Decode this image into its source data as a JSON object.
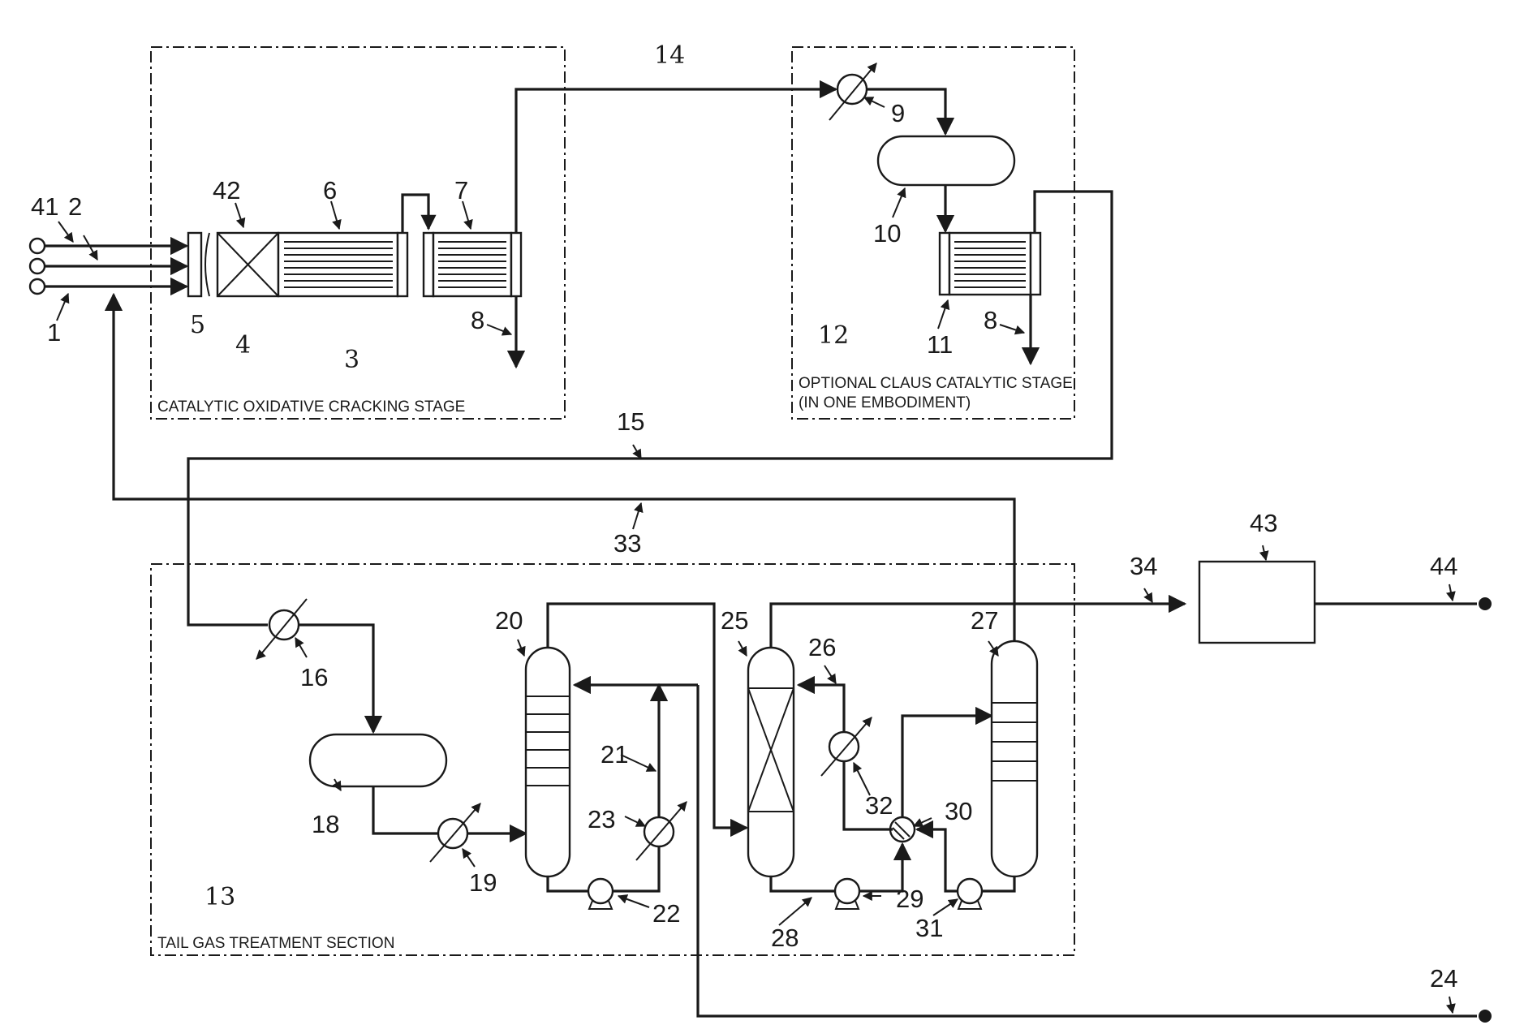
{
  "sections": {
    "cracking_label": "CATALYTIC OXIDATIVE CRACKING STAGE",
    "claus_label_1": "OPTIONAL CLAUS CATALYTIC STAGE",
    "claus_label_2": "(IN ONE EMBODIMENT)",
    "tailgas_label": "TAIL GAS TREATMENT SECTION"
  },
  "refs": {
    "r1": "1",
    "r2": "2",
    "r3": "3",
    "r4": "4",
    "r5": "5",
    "r6": "6",
    "r7": "7",
    "r8a": "8",
    "r8b": "8",
    "r9": "9",
    "r10": "10",
    "r11": "11",
    "r12": "12",
    "r13": "13",
    "r14": "14",
    "r15": "15",
    "r16": "16",
    "r18": "18",
    "r19": "19",
    "r20": "20",
    "r21": "21",
    "r22": "22",
    "r23": "23",
    "r24": "24",
    "r25": "25",
    "r26": "26",
    "r27": "27",
    "r28": "28",
    "r29": "29",
    "r30": "30",
    "r31": "31",
    "r32": "32",
    "r33": "33",
    "r34": "34",
    "r41": "41",
    "r42": "42",
    "r43": "43",
    "r44": "44"
  },
  "colors": {
    "ink": "#1a1a1a",
    "paper": "#ffffff"
  }
}
